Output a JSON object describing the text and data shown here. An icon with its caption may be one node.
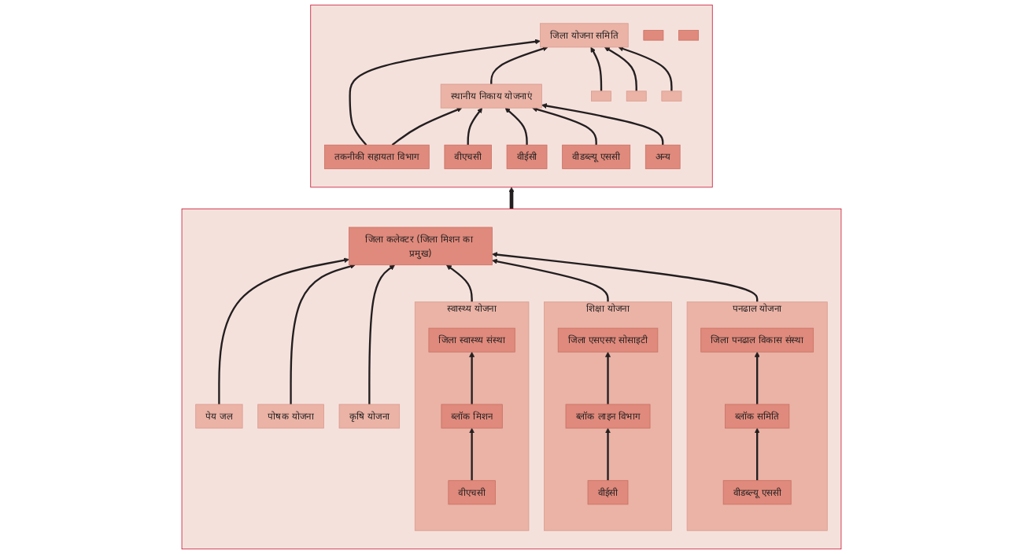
{
  "diagram": {
    "nodes": [
      {
        "text": [],
        "shape": "box"
      },
      {
        "text": [
          "जिला कलेक्टर (जिला मिशन का प्रमुख)"
        ],
        "in": 0
      },
      {
        "text": [
          "स्वास्थ्य योजना"
        ],
        "in": 0
      },
      {
        "text": [
          "जिला स्वास्थ्य संस्था"
        ],
        "in": 2
      },
      {
        "text": [
          "ब्लॉक मिशन"
        ],
        "in": 2
      },
      {
        "text": [
          "वीएचसी"
        ],
        "in": 2
      },
      {
        "text": [
          "पेय जल"
        ],
        "in": 0
      },
      {
        "text": [
          "शिक्षा योजना"
        ],
        "in": 0
      },
      {
        "text": [
          "जिला एसएसए सोसाइटी"
        ],
        "in": 7
      },
      {
        "text": [
          "ब्लॉक लाइन विभाग"
        ],
        "in": 7
      },
      {
        "text": [
          "वीईसी"
        ],
        "in": 7
      },
      {
        "text": [
          "पोषक योजना"
        ],
        "in": 0
      },
      {
        "text": [
          "पनढाल योजना"
        ],
        "in": 0
      },
      {
        "text": [
          "जिला पनढाल विकास संस्था"
        ],
        "in": 12
      },
      {
        "text": [
          "ब्लॉक समिति"
        ],
        "in": 12
      },
      {
        "text": [
          "वीडब्ल्यू एससी"
        ],
        "in": 12
      },
      {
        "text": [
          "कृषि योजना"
        ],
        "in": 0
      },
      {
        "text": [],
        "shape": "box"
      },
      {
        "text": [
          "तकनीकी सहायता विभाग"
        ],
        "in": 17
      },
      {
        "text": [
          "जिला योजना समिति"
        ],
        "in": 17
      },
      {
        "text": [
          "स्थानीय निकाय योजनाएं"
        ],
        "in": 17
      },
      {
        "text": [],
        "shape": "box",
        "in": 17
      },
      {
        "text": [],
        "shape": "box",
        "in": 17
      },
      {
        "text": [],
        "shape": "box",
        "in": 17
      },
      {
        "text": [
          "वीएचसी"
        ],
        "in": 17
      },
      {
        "text": [
          "वीईसी"
        ],
        "in": 17
      },
      {
        "text": [
          "वीडब्ल्यू एससी"
        ],
        "in": 17
      },
      {
        "text": [
          "अन्य"
        ],
        "in": 17
      },
      {
        "text": [],
        "shape": "box",
        "in": 17
      },
      {
        "text": [],
        "shape": "box",
        "in": 17
      }
    ],
    "edges": [
      {
        "from": 2,
        "to": 1,
        "arrow": "to"
      },
      {
        "from": 6,
        "to": 1,
        "arrow": "to"
      },
      {
        "from": 7,
        "to": 1,
        "arrow": "to"
      },
      {
        "from": 11,
        "to": 1,
        "arrow": "to"
      },
      {
        "from": 12,
        "to": 1,
        "arrow": "to"
      },
      {
        "from": 16,
        "to": 1,
        "arrow": "to"
      },
      {
        "from": 4,
        "to": 3,
        "arrow": "to"
      },
      {
        "from": 5,
        "to": 4,
        "arrow": "to"
      },
      {
        "from": 9,
        "to": 8,
        "arrow": "to"
      },
      {
        "from": 10,
        "to": 9,
        "arrow": "to"
      },
      {
        "from": 14,
        "to": 13,
        "arrow": "to"
      },
      {
        "from": 15,
        "to": 14,
        "arrow": "to"
      },
      {
        "from": 0,
        "to": 17,
        "arrow": "to",
        "style": "thick"
      },
      {
        "from": 18,
        "to": 19,
        "arrow": "to"
      },
      {
        "from": 20,
        "to": 19,
        "arrow": "to"
      },
      {
        "from": 23,
        "to": 19,
        "arrow": "to"
      },
      {
        "from": 22,
        "to": 19,
        "arrow": "to"
      },
      {
        "from": 21,
        "to": 19,
        "arrow": "to"
      },
      {
        "from": 18,
        "to": 20,
        "arrow": "to"
      },
      {
        "from": 24,
        "to": 20,
        "arrow": "to"
      },
      {
        "from": 25,
        "to": 20,
        "arrow": "to"
      },
      {
        "from": 26,
        "to": 20,
        "arrow": "to"
      },
      {
        "from": 27,
        "to": 20,
        "arrow": "to"
      }
    ]
  }
}
